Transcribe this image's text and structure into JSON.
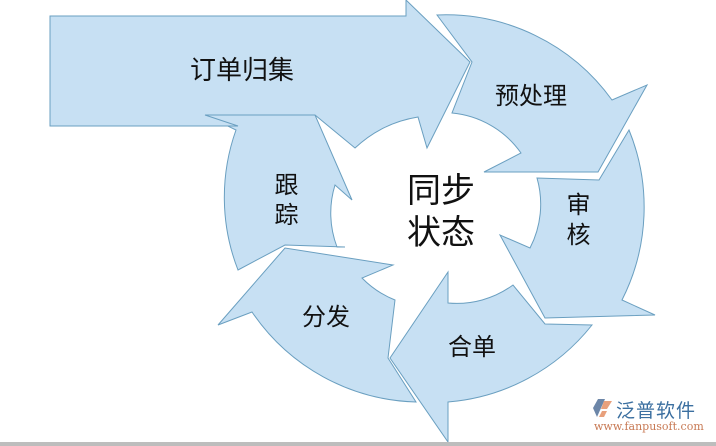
{
  "diagram": {
    "title": "同步状态",
    "center_lines": [
      "同步",
      "状态"
    ],
    "steps": [
      {
        "id": "collect",
        "label": "订单归集"
      },
      {
        "id": "preprocess",
        "label": "预处理"
      },
      {
        "id": "review",
        "label": "审核"
      },
      {
        "id": "merge",
        "label": "合单"
      },
      {
        "id": "dispatch",
        "label": "分发"
      },
      {
        "id": "track",
        "label": "跟踪"
      }
    ],
    "colors": {
      "arrow_fill": "#c7e0f3",
      "arrow_stroke": "#6a9fc0",
      "text": "#111111"
    }
  },
  "watermark": {
    "brand": "泛普软件",
    "url": "www.fanpusoft.com",
    "icon": "fanpu-logo-icon"
  }
}
